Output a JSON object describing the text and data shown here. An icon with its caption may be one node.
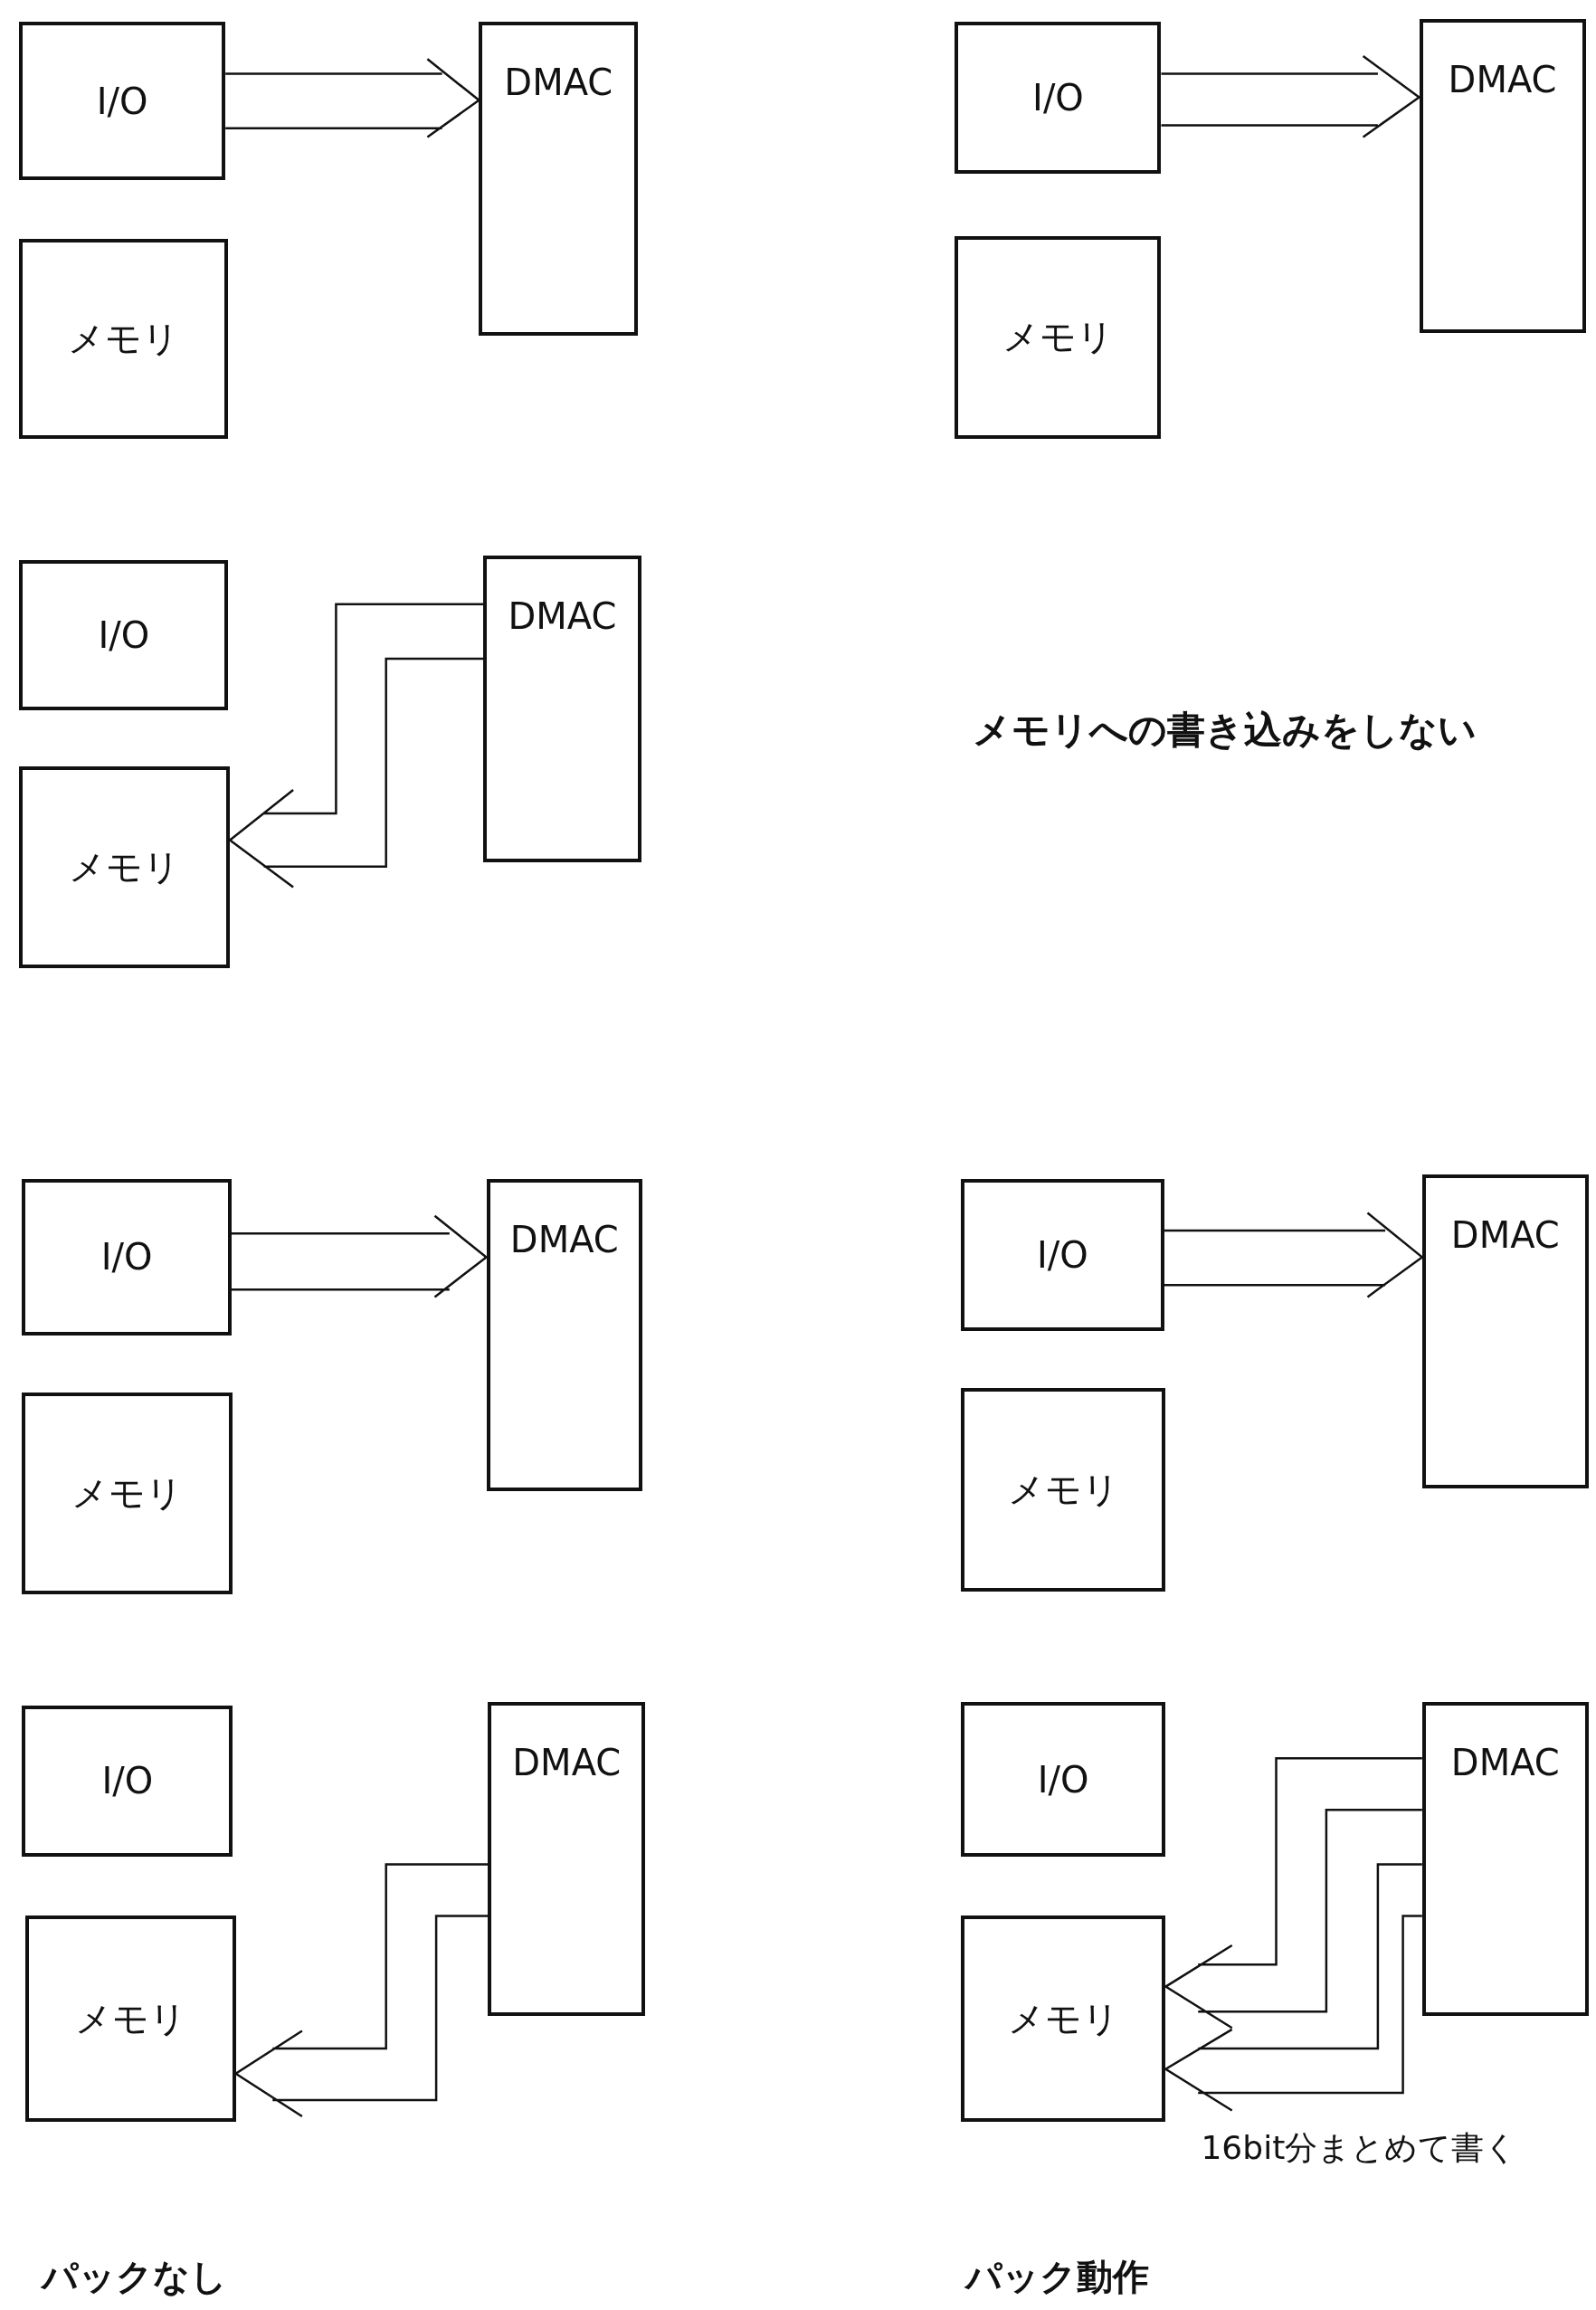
{
  "diagram": {
    "nodes": [
      {
        "text": [
          "I/O"
        ]
      },
      {
        "text": [
          "DMAC"
        ]
      },
      {
        "text": [
          "メモリ"
        ]
      },
      {
        "text": [
          "I/O"
        ]
      },
      {
        "text": [
          "DMAC"
        ]
      },
      {
        "text": [
          "メモリ"
        ]
      },
      {
        "text": [
          "I/O"
        ]
      },
      {
        "text": [
          "DMAC"
        ]
      },
      {
        "text": [
          "メモリ"
        ]
      },
      {
        "text": [
          "I/O"
        ]
      },
      {
        "text": [
          "DMAC"
        ]
      },
      {
        "text": [
          "メモリ"
        ]
      },
      {
        "text": [
          "I/O"
        ]
      },
      {
        "text": [
          "DMAC"
        ]
      },
      {
        "text": [
          "メモリ"
        ]
      },
      {
        "text": [
          "I/O"
        ]
      },
      {
        "text": [
          "DMAC"
        ]
      },
      {
        "text": [
          "メモリ"
        ]
      },
      {
        "text": [
          "I/O"
        ]
      },
      {
        "text": [
          "DMAC"
        ]
      },
      {
        "text": [
          "メモリ"
        ]
      }
    ],
    "edges": [
      {
        "from": 0,
        "to": 1,
        "arrow": "to"
      },
      {
        "from": 4,
        "to": 5,
        "arrow": "to"
      },
      {
        "from": 6,
        "to": 7,
        "arrow": "to"
      },
      {
        "from": 9,
        "to": 10,
        "arrow": "to"
      },
      {
        "from": 13,
        "to": 14,
        "arrow": "to"
      },
      {
        "from": 15,
        "to": 16,
        "arrow": "to"
      },
      {
        "from": 19,
        "to": 20,
        "arrow": "to"
      },
      {
        "from": 19,
        "to": 20,
        "arrow": "to"
      }
    ],
    "labels": [
      "メモリへの書き込みをしない",
      "16bit分まとめて書く",
      "パックなし",
      "パック動作"
    ]
  }
}
